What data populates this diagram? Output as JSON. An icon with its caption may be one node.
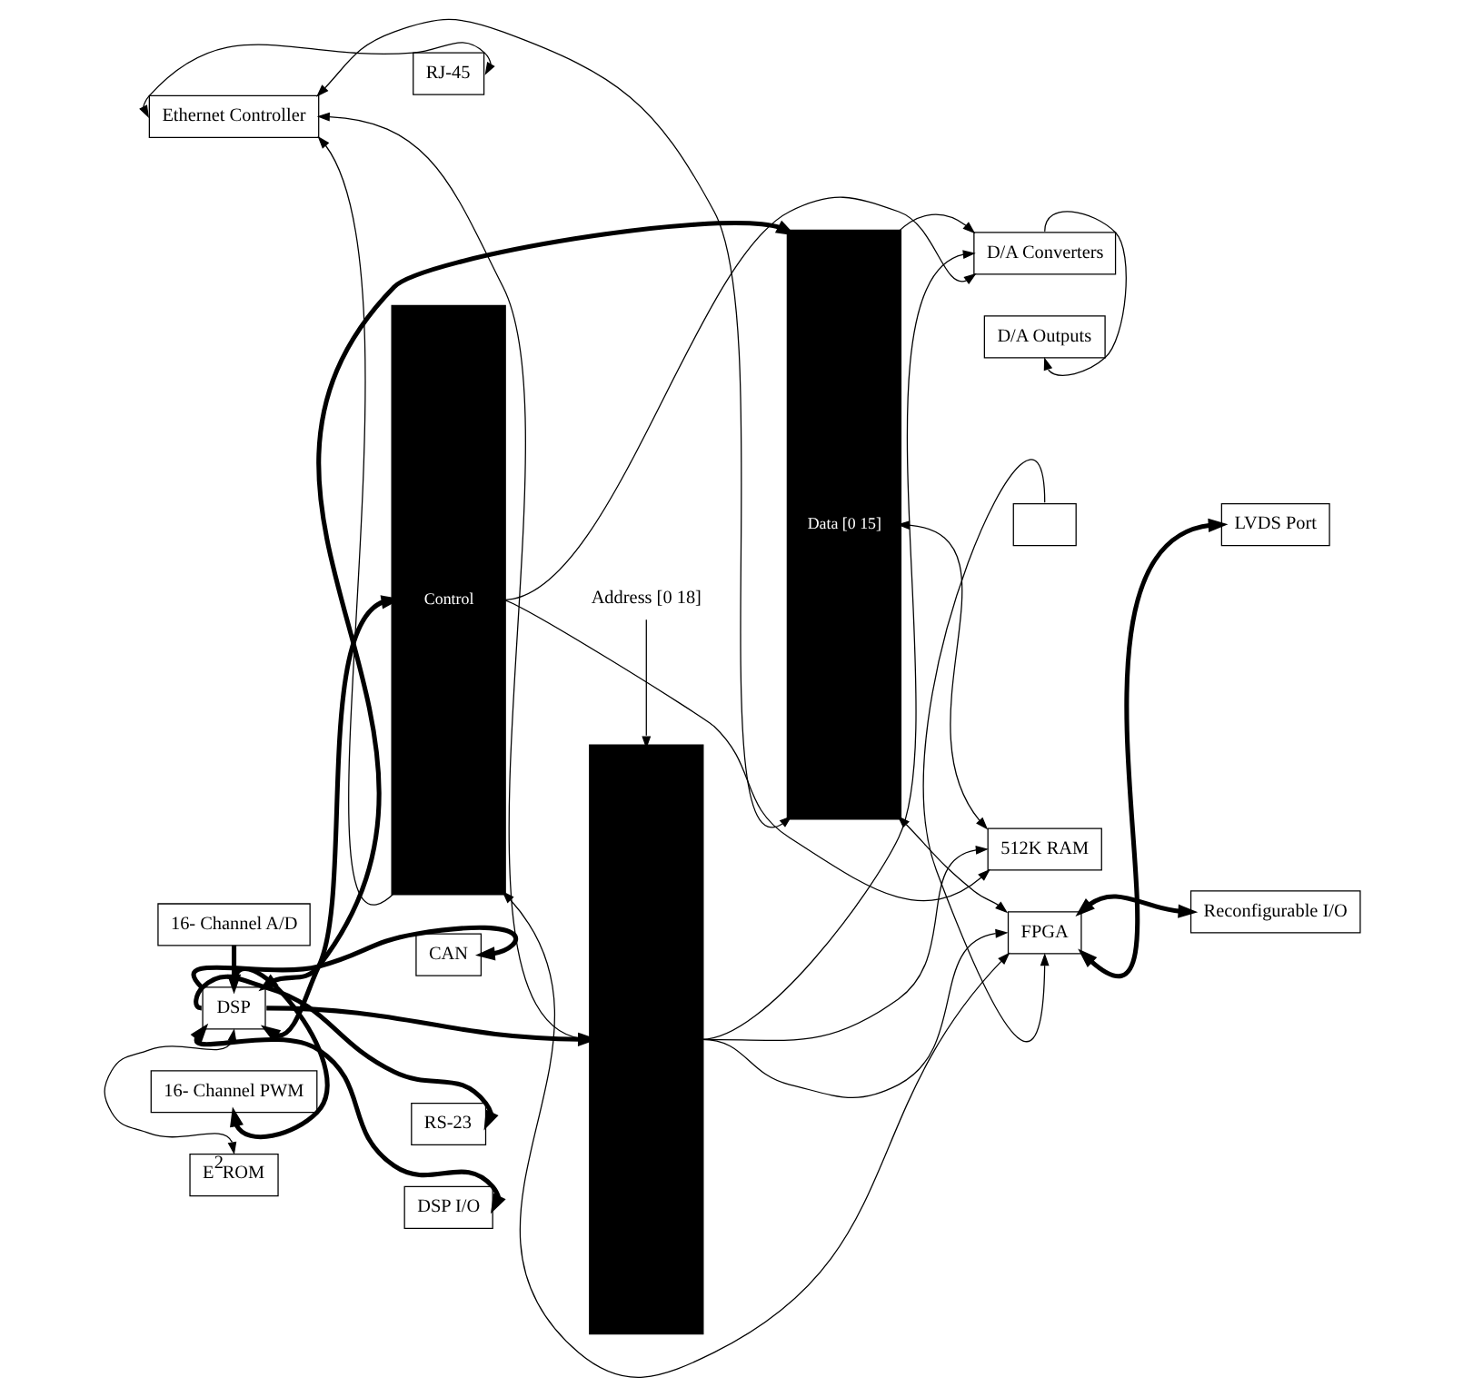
{
  "diagram": {
    "nodes": [
      {
        "text": [
          "16- Channel PWM"
        ]
      },
      {
        "text": [
          "16- Channel A/D"
        ]
      },
      {
        "text": [
          "D/A Outputs"
        ]
      },
      {
        "text": [
          "CAN"
        ]
      },
      {
        "text": [
          "DSP"
        ]
      },
      {
        "text": [
          "D/A Converters"
        ]
      },
      {
        "text": [
          "Reconfigurable I/O"
        ]
      },
      {
        "text": [
          "RS-23"
        ]
      },
      {
        "text": [
          "512K RAM"
        ]
      },
      {
        "text": [
          "DSP I/O"
        ]
      },
      {
        "text": [
          "E$^{2}$ROM"
        ]
      },
      {
        "text": [
          "FPGA"
        ]
      },
      {
        "text": [
          "LVDS Port"
        ]
      },
      {
        "text": [
          "RJ-45"
        ]
      },
      {
        "text": [
          "Ethernet Controller"
        ]
      },
      {
        "text": [],
        "shape": "box"
      },
      {
        "text": [
          "Control"
        ]
      },
      {
        "text": [],
        "shape": "bar"
      },
      {
        "text": [
          "Data [0 15]"
        ]
      },
      {
        "text": [
          "Address [0 18]"
        ]
      }
    ],
    "edges": [
      {
        "from": 4,
        "to": 0,
        "arrow": "to",
        "style": "thick"
      },
      {
        "from": 1,
        "to": 4,
        "arrow": "to",
        "style": "thick"
      },
      {
        "from": 5,
        "to": 2,
        "arrow": "to"
      },
      {
        "from": 4,
        "to": 3,
        "arrow": "to",
        "style": "thick"
      },
      {
        "from": 4,
        "to": 7,
        "arrow": "to",
        "style": "thick"
      },
      {
        "from": 4,
        "to": 9,
        "arrow": "both",
        "style": "thick"
      },
      {
        "from": 4,
        "to": 10,
        "arrow": "both"
      },
      {
        "from": 4,
        "to": 18,
        "arrow": "both",
        "style": "thick"
      },
      {
        "from": 4,
        "to": 17,
        "arrow": "to",
        "style": "thick"
      },
      {
        "from": 4,
        "to": 16,
        "arrow": "both",
        "style": "thick"
      },
      {
        "from": 19,
        "to": 17,
        "arrow": "to"
      },
      {
        "from": 18,
        "to": 5,
        "arrow": "to"
      },
      {
        "from": 17,
        "to": 5,
        "arrow": "to"
      },
      {
        "from": 16,
        "to": 5,
        "arrow": "to"
      },
      {
        "from": 18,
        "to": 8,
        "arrow": "both"
      },
      {
        "from": 17,
        "to": 8,
        "arrow": "to"
      },
      {
        "from": 16,
        "to": 8,
        "arrow": "to"
      },
      {
        "from": 18,
        "to": 11,
        "arrow": "both"
      },
      {
        "from": 17,
        "to": 11,
        "arrow": "to"
      },
      {
        "from": 16,
        "to": 11,
        "arrow": "both"
      },
      {
        "from": 18,
        "to": 14,
        "arrow": "both"
      },
      {
        "from": 17,
        "to": 14,
        "arrow": "to"
      },
      {
        "from": 16,
        "to": 14,
        "arrow": "to"
      },
      {
        "from": 13,
        "to": 14,
        "arrow": "both"
      },
      {
        "from": 11,
        "to": 6,
        "arrow": "both",
        "style": "thick"
      },
      {
        "from": 11,
        "to": 12,
        "arrow": "both",
        "style": "thick"
      },
      {
        "from": 15,
        "to": 11,
        "arrow": "to"
      }
    ]
  }
}
